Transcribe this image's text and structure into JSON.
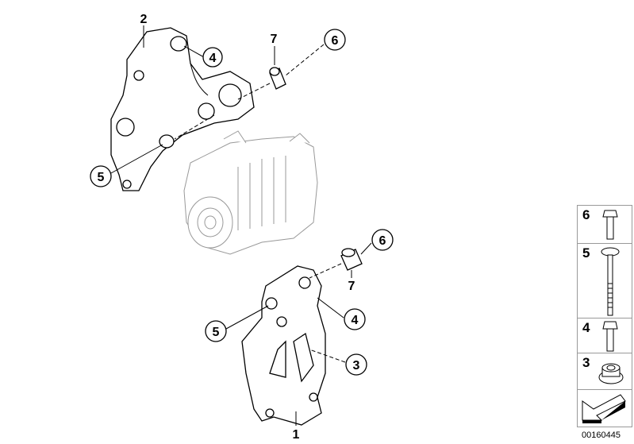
{
  "callouts": {
    "top_bracket": "2",
    "top_bolt_4": "4",
    "top_sleeve": "7",
    "top_bolt_6": "6",
    "top_bolt_5": "5",
    "lower_bolt_6": "6",
    "lower_sleeve": "7",
    "lower_bolt_4": "4",
    "lower_bolt_5": "5",
    "lower_nut_3": "3",
    "lower_bracket": "1"
  },
  "legend": [
    {
      "number": "6",
      "icon": "hex-flange-bolt-short-icon"
    },
    {
      "number": "5",
      "icon": "hex-flange-bolt-long-icon"
    },
    {
      "number": "4",
      "icon": "hex-flange-bolt-icon"
    },
    {
      "number": "3",
      "icon": "hex-flange-nut-icon"
    },
    {
      "number": "",
      "icon": "direction-arrow-icon"
    }
  ],
  "document_number": "00160445"
}
